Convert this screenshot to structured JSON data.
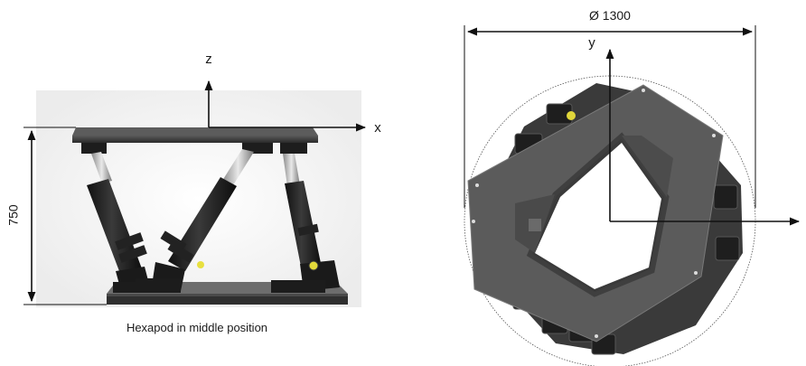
{
  "side_view": {
    "axis_z": "z",
    "axis_x": "x",
    "height_label": "750",
    "caption": "Hexapod in middle position"
  },
  "top_view": {
    "diameter_label": "Ø 1300",
    "axis_y": "y"
  }
}
